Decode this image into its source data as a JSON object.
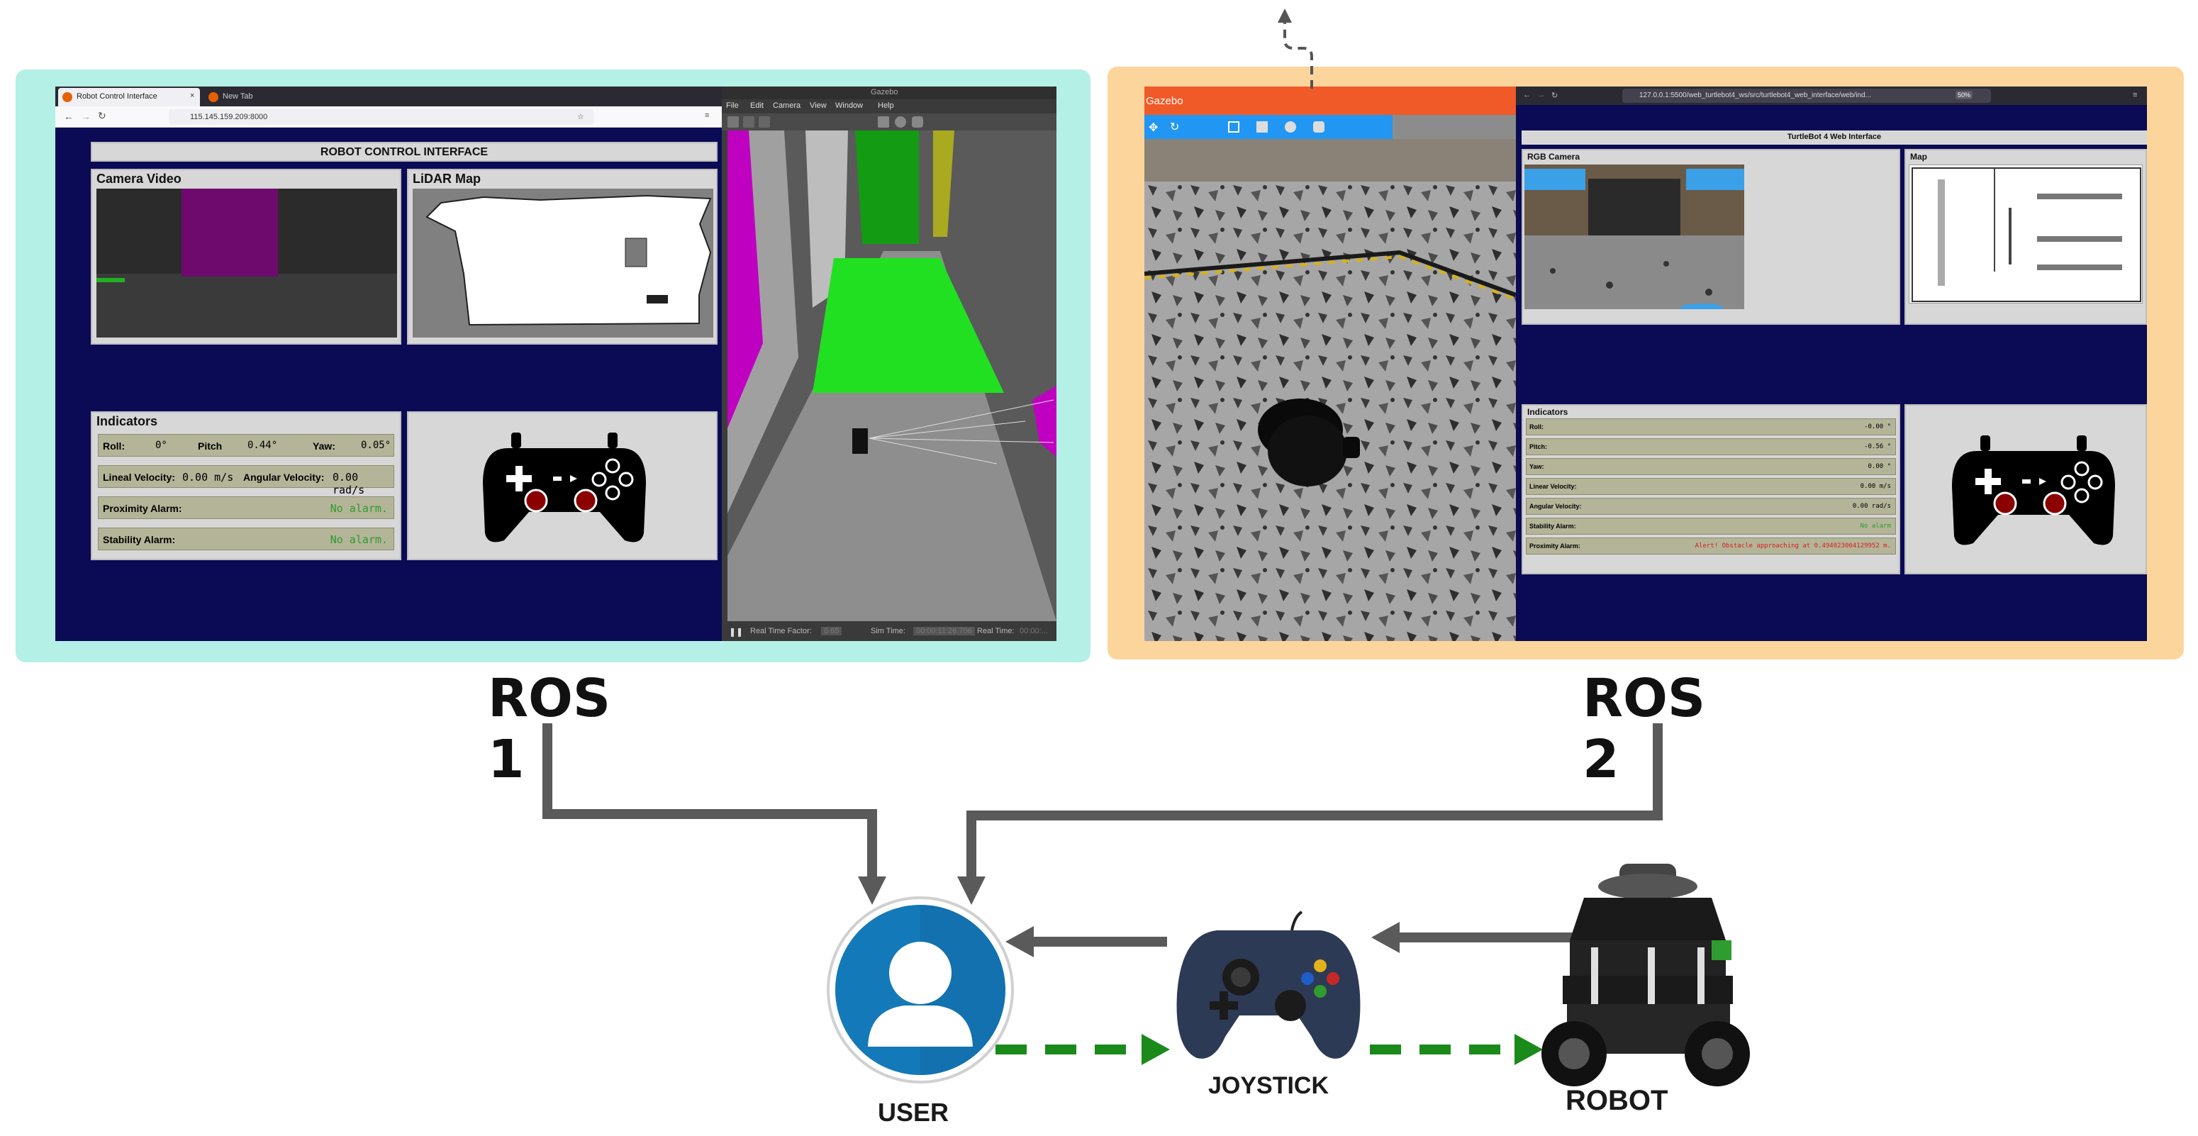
{
  "ros1": {
    "title": "ROS 1",
    "browser": {
      "tab_active": "Robot Control Interface",
      "tab_new": "New Tab",
      "url": "115.145.159.209:8000",
      "page_title": "ROBOT CONTROL INTERFACE",
      "camera_title": "Camera Video",
      "lidar_title": "LiDAR Map",
      "indicators_title": "Indicators",
      "roll_label": "Roll:",
      "roll_value": "0°",
      "pitch_label": "Pitch",
      "pitch_value": "0.44°",
      "yaw_label": "Yaw:",
      "yaw_value": "0.05°",
      "lin_label": "Lineal Velocity:",
      "lin_value": "0.00 m/s",
      "ang_label": "Angular Velocity:",
      "ang_value": "0.00 rad/s",
      "prox_label": "Proximity Alarm:",
      "prox_value": "No alarm.",
      "stab_label": "Stability Alarm:",
      "stab_value": "No alarm."
    },
    "gazebo": {
      "window_title": "Gazebo",
      "menu": [
        "File",
        "Edit",
        "Camera",
        "View",
        "Window",
        "Help"
      ],
      "status": {
        "rtf_label": "Real Time Factor:",
        "rtf_value": "0.65",
        "sim_label": "Sim Time:",
        "sim_value": "00:00:11:26.706",
        "real_label": "Real Time:",
        "real_value": "00:00:..."
      }
    }
  },
  "ros2": {
    "title": "ROS 2",
    "gazebo_title": "Gazebo",
    "browser": {
      "url": "127.0.0.1:5500/web_turtlebot4_ws/src/turtlebot4_web_interface/web/ind...",
      "zoom": "50%",
      "page_title": "TurtleBot 4 Web Interface",
      "camera_title": "RGB Camera",
      "map_title": "Map",
      "indicators_title": "Indicators",
      "rows": [
        {
          "label": "Roll:",
          "value": "-0.00 °"
        },
        {
          "label": "Pitch:",
          "value": "-0.56 °"
        },
        {
          "label": "Yaw:",
          "value": "0.00 °"
        },
        {
          "label": "Linear Velocity:",
          "value": "0.00 m/s"
        },
        {
          "label": "Angular Velocity:",
          "value": "0.00 rad/s"
        },
        {
          "label": "Stability Alarm:",
          "value": "No alarm"
        },
        {
          "label": "Proximity Alarm:",
          "value": "Alert! Obstacle approaching at 0.494023004129952 m."
        }
      ]
    }
  },
  "flow": {
    "user_label": "USER",
    "joystick_label": "JOYSTICK",
    "robot_label": "ROBOT"
  },
  "colors": {
    "ros1_bg": "#b4f0e6",
    "ros2_bg": "#fcd59c",
    "web_bg": "#0a0a55",
    "arrow_gray": "#5a5a5a",
    "arrow_green": "#1a8a1a",
    "user_blue": "#1479b8",
    "alarm_green": "#2d9c2d",
    "alarm_red": "#d42020"
  }
}
